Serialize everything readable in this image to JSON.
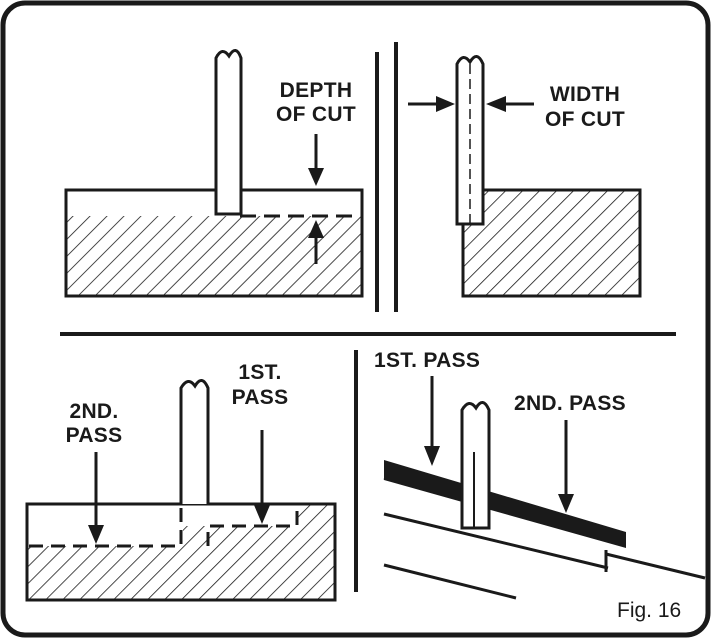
{
  "figure_number": "Fig. 16",
  "panels": {
    "depth_of_cut": {
      "label_line1": "DEPTH",
      "label_line2": "OF CUT"
    },
    "width_of_cut": {
      "label_line1": "WIDTH",
      "label_line2": "OF CUT"
    },
    "two_pass_section": {
      "first_pass_line1": "1ST.",
      "first_pass_line2": "PASS",
      "second_pass_line1": "2ND.",
      "second_pass_line2": "PASS"
    },
    "two_pass_edge": {
      "first_pass": "1ST. PASS",
      "second_pass": "2ND. PASS"
    }
  },
  "colors": {
    "ink": "#1a1a1a",
    "background": "#ffffff"
  }
}
